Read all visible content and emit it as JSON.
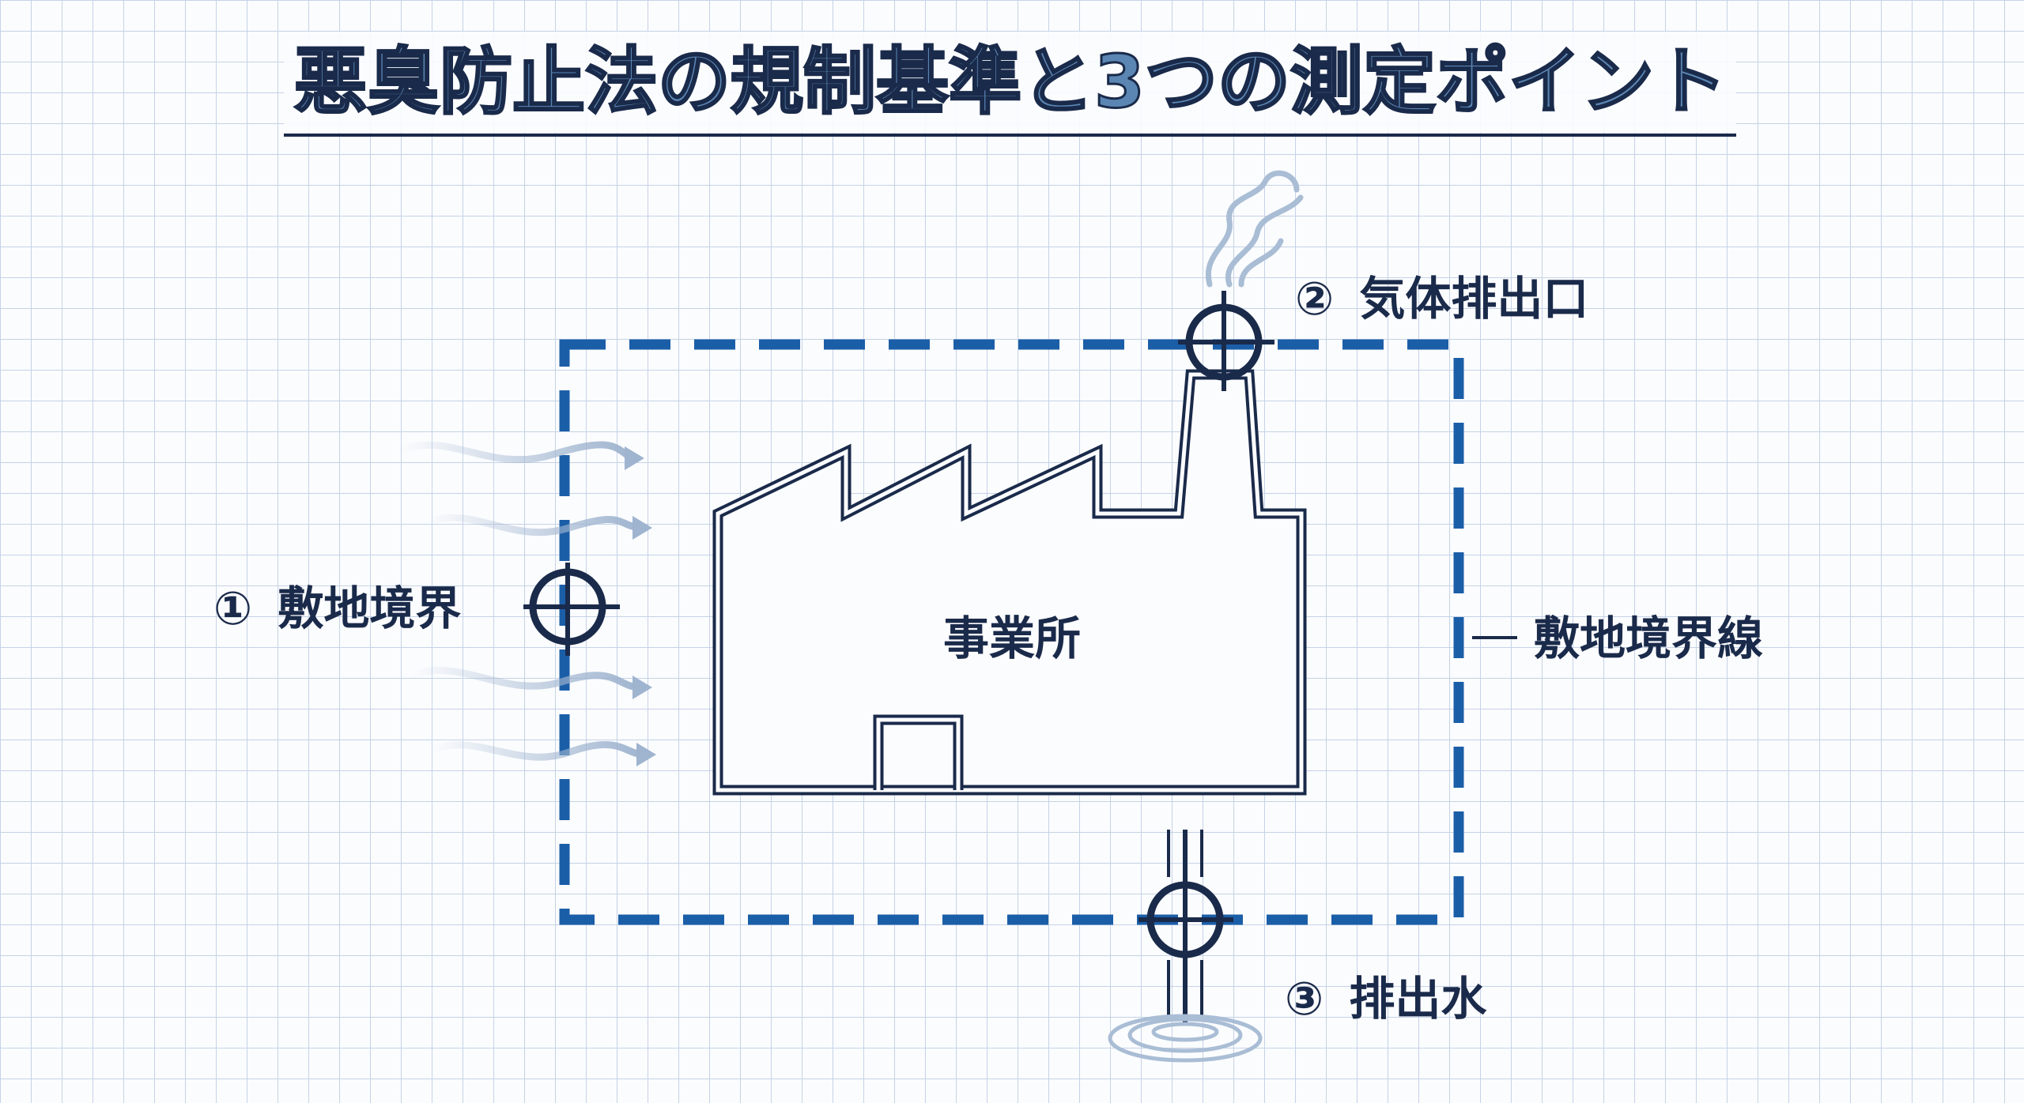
{
  "title": "悪臭防止法の規制基準と3つの測定ポイント",
  "facility_label": "事業所",
  "points": [
    {
      "number": "①",
      "label": "敷地境界"
    },
    {
      "number": "②",
      "label": "気体排出口"
    },
    {
      "number": "③",
      "label": "排出水"
    }
  ],
  "boundary_line_label": "敷地境界線",
  "colors": {
    "navy": "#1a2a4a",
    "boundary": "#1b5ea8",
    "grid": "#c5d3e6",
    "title_fill": "#5b86b3",
    "wind": "#9fb4cf"
  }
}
